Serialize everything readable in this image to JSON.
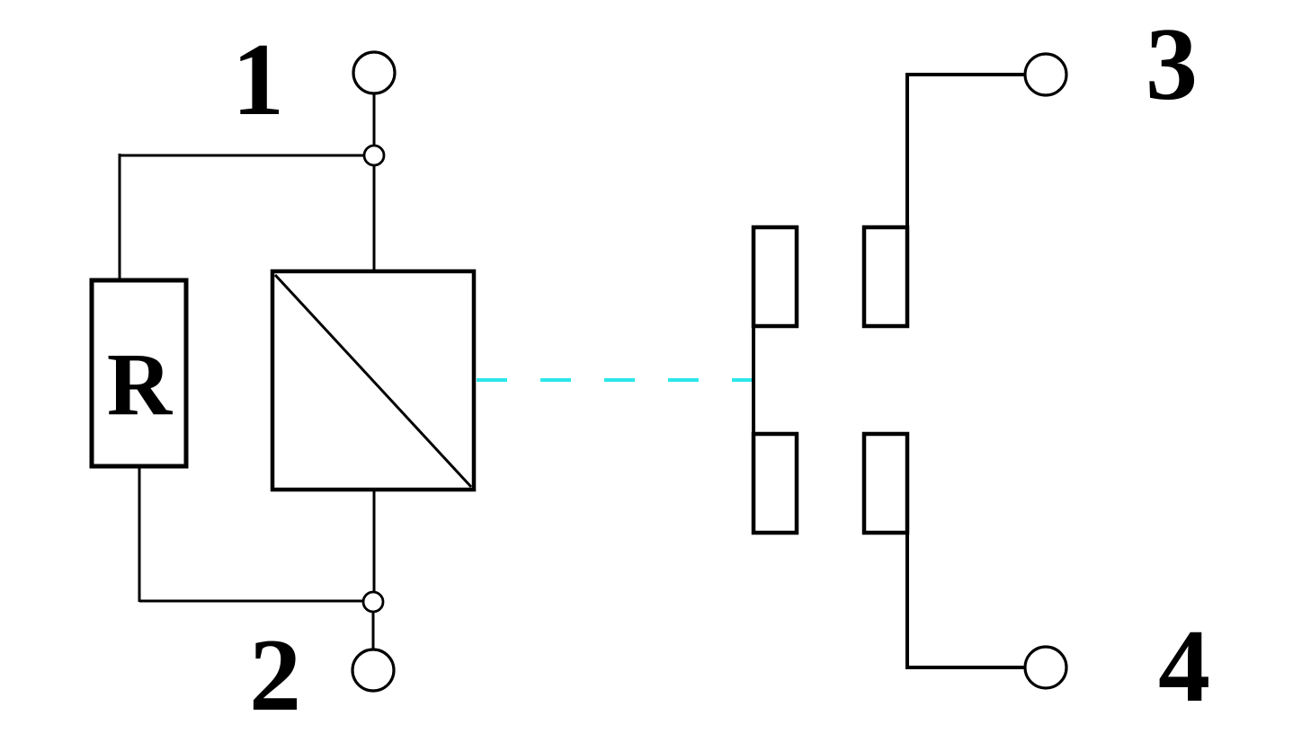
{
  "figure": {
    "background": "#ffffff",
    "colors": {
      "line": "#000000",
      "optical_link": "#2BE7EA"
    },
    "labels": {
      "terminal_1": "1",
      "terminal_2": "2",
      "terminal_3": "3",
      "terminal_4": "4",
      "resistor": "R"
    }
  }
}
